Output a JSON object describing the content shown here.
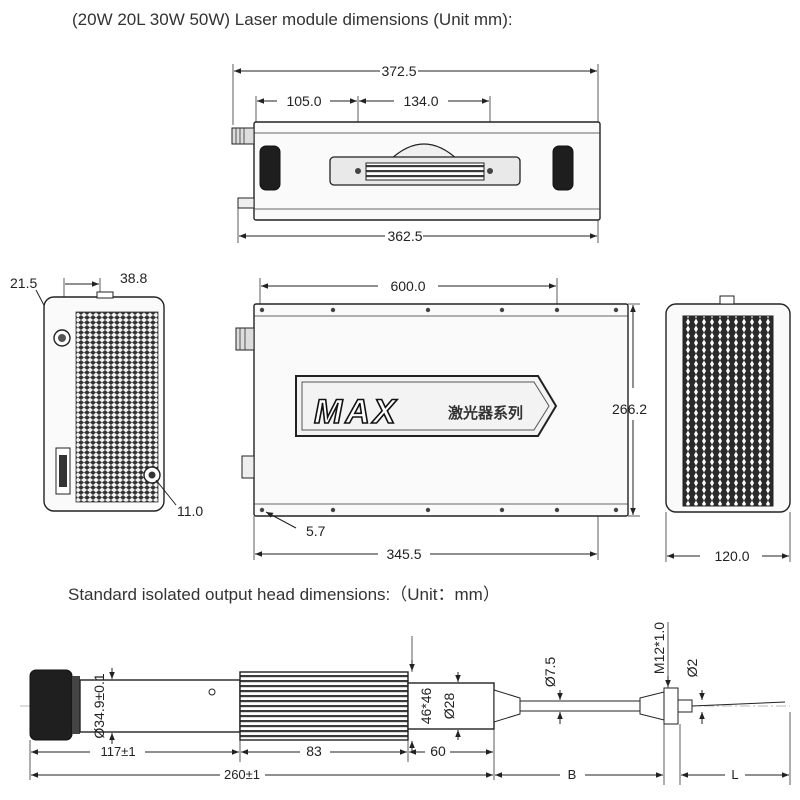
{
  "titles": {
    "module": "(20W 20L 30W 50W) Laser module dimensions (Unit mm):",
    "head": "Standard isolated output head dimensions:（Unit：mm）"
  },
  "module_top_view": {
    "overall_width": "372.5",
    "left_offset": "105.0",
    "handle_spacing": "134.0",
    "body_width": "362.5"
  },
  "module_side_view": {
    "hole_offset": "21.5",
    "hole_spacing": "38.8",
    "connector_dia": "11.0"
  },
  "module_front_view": {
    "mount_spacing": "600.0",
    "height": "266.2",
    "hole_edge": "5.7",
    "length": "345.5",
    "logo_text": "MAX",
    "logo_subtext": "激光器系列"
  },
  "module_end_view": {
    "width": "120.0"
  },
  "output_head": {
    "body_diameter": "Ø34.9±0.1",
    "sink_size": "46*46",
    "collimator_dia": "Ø28",
    "cable_dia": "Ø7.5",
    "thread": "M12*1.0",
    "fiber_dia": "Ø2",
    "length_body": "117±1",
    "length_sink": "83",
    "length_nose": "60",
    "length_total": "260±1",
    "cable_length": "B",
    "fiber_length": "L"
  }
}
